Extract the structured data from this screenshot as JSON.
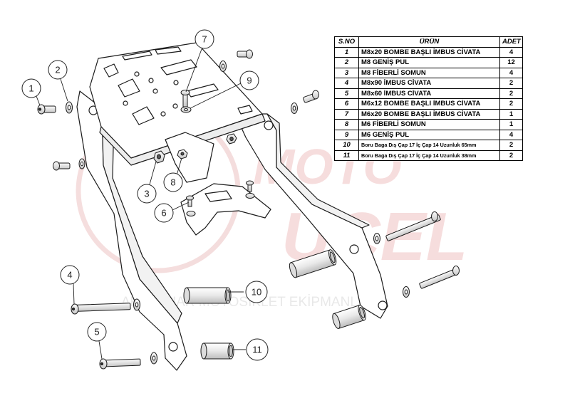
{
  "watermark": {
    "logo_text_1": "MOTO",
    "logo_text_2": "UCEL",
    "tagline": "AKSESUAR MOTOSİKLET EKİPMANLARI"
  },
  "table": {
    "headers": {
      "sno": "S.NO",
      "product": "ÜRÜN",
      "qty": "ADET"
    },
    "rows": [
      {
        "sno": "1",
        "product": "M8x20 BOMBE BAŞLI İMBUS CİVATA",
        "qty": "4"
      },
      {
        "sno": "2",
        "product": "M8 GENİŞ PUL",
        "qty": "12"
      },
      {
        "sno": "3",
        "product": "M8 FİBERLİ SOMUN",
        "qty": "4"
      },
      {
        "sno": "4",
        "product": "M8x90 İMBUS CİVATA",
        "qty": "2"
      },
      {
        "sno": "5",
        "product": "M8x60 İMBUS CİVATA",
        "qty": "2"
      },
      {
        "sno": "6",
        "product": "M6x12 BOMBE BAŞLI İMBUS CİVATA",
        "qty": "2"
      },
      {
        "sno": "7",
        "product": "M6x20 BOMBE BAŞLI İMBUS CİVATA",
        "qty": "1"
      },
      {
        "sno": "8",
        "product": "M6 FİBERLİ SOMUN",
        "qty": "1"
      },
      {
        "sno": "9",
        "product": "M6 GENİŞ PUL",
        "qty": "4"
      },
      {
        "sno": "10",
        "product": "Boru Baga Dış Çap 17 İç Çap 14 Uzunluk 65mm",
        "qty": "2"
      },
      {
        "sno": "11",
        "product": "Boru Baga Dış Çap 17 İç Çap 14 Uzunluk 38mm",
        "qty": "2"
      }
    ]
  },
  "callouts": [
    {
      "number": "1"
    },
    {
      "number": "2"
    },
    {
      "number": "3"
    },
    {
      "number": "4"
    },
    {
      "number": "5"
    },
    {
      "number": "6"
    },
    {
      "number": "7"
    },
    {
      "number": "8"
    },
    {
      "number": "9"
    },
    {
      "number": "10"
    },
    {
      "number": "11"
    }
  ]
}
